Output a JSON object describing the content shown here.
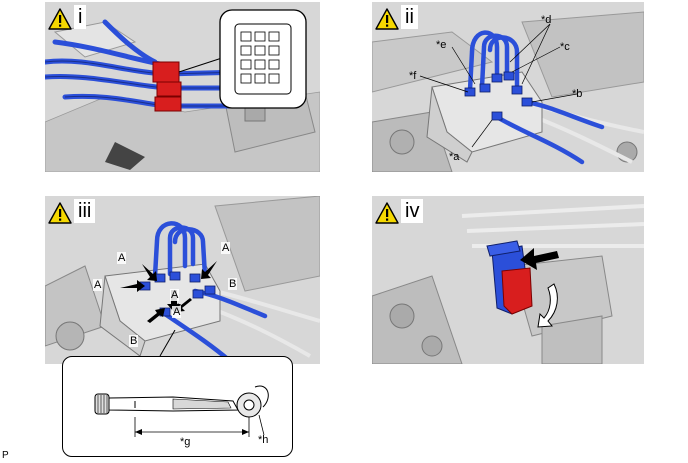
{
  "panels": [
    {
      "step": "i",
      "callouts": []
    },
    {
      "step": "ii",
      "callouts": [
        "*a",
        "*b",
        "*c",
        "*d",
        "*e",
        "*f"
      ]
    },
    {
      "step": "iii",
      "callouts": [
        "A",
        "A",
        "A",
        "A",
        "B",
        "B",
        "A"
      ]
    },
    {
      "step": "iv",
      "callouts": []
    }
  ],
  "wrench_callouts": {
    "g": "*g",
    "h": "*h"
  },
  "footer_code": "P",
  "icons": {
    "warning": "warning-triangle-icon"
  },
  "colors": {
    "tube_blue": "#2b4fd9",
    "connector_red": "#d81e1e",
    "warning_yellow": "#f5d800",
    "arrow_black": "#000000"
  }
}
